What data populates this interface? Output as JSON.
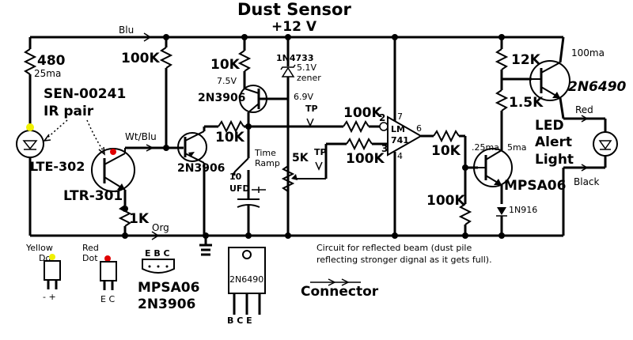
{
  "title": "Dust Sensor",
  "supply": "+12 V",
  "wire_labels": {
    "blu": "Blu",
    "wt_blu": "Wt/Blu",
    "org": "Org",
    "red": "Red",
    "black": "Black"
  },
  "components": {
    "r480": "480",
    "r480_current": "25ma",
    "sensor_part": "SEN-00241",
    "sensor_desc": "IR pair",
    "emitter": "LTE-302",
    "detector": "LTR-301",
    "r1k": "1K",
    "r100k_left": "100K",
    "r10k_top": "10K",
    "v75": "7.5V",
    "q_2n3906_top": "2N3906",
    "zener_part": "1N4733",
    "zener_value": "5.1V",
    "zener_type": "zener",
    "v69": "6.9V",
    "tp1": "TP",
    "r10k_mid": "10K",
    "q_2n3906_mid": "2N3906",
    "cap_value": "10",
    "cap_unit": "UFD",
    "time_label": "Time",
    "ramp_label": "Ramp",
    "pot_5k": "5K",
    "tp2": "TP",
    "r100k_in_a": "100K",
    "r100k_in_b": "100K",
    "opamp_name_a": "LM",
    "opamp_name_b": "741",
    "pin2": "2",
    "pin3": "3",
    "pin4": "4",
    "pin6": "6",
    "pin7": "7",
    "r10k_out": "10K",
    "r100k_bottom": "100K",
    "i_25": ".25ma",
    "i_5": "5ma",
    "q_mpsa06": "MPSA06",
    "diode_1n916": "1N916",
    "r12k": "12K",
    "r15k": "1.5K",
    "i_100": "100ma",
    "q_2n6490": "2N6490",
    "led_line1": "LED",
    "led_line2": "Alert",
    "led_line3": "Light"
  },
  "legend": {
    "yellow_dot_a": "Yellow",
    "yellow_dot_b": "Dot",
    "yellow_pins": "- +",
    "red_dot_a": "Red",
    "red_dot_b": "Dot",
    "red_pins": "E C",
    "to92_pins": "E B C",
    "to92_part_a": "MPSA06",
    "to92_part_b": "2N3906",
    "to220_part": "2N6490",
    "to220_pins": "B C E",
    "connector": "Connector",
    "note_line1": "Circuit for reflected beam (dust pile",
    "note_line2": "reflecting stronger dignal as it gets full)."
  },
  "colors": {
    "yellow_dot": "#f0f000",
    "red_dot": "#e00000"
  }
}
